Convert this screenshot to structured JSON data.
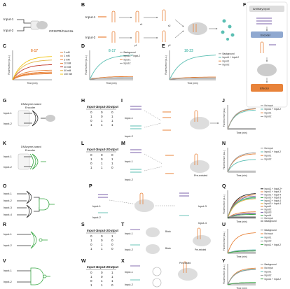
{
  "panels": {
    "A": {
      "letter": "A",
      "inputs": [
        "Input-1",
        "Input-2"
      ],
      "label": "CRISPR/Cas12a"
    },
    "B": {
      "letter": "B",
      "inputs": [
        "Input-1",
        "Input-2"
      ],
      "strands": [
        "s1",
        "p1",
        "s2",
        "p2"
      ]
    },
    "C": {
      "letter": "C",
      "title": "8-17",
      "legend": [
        "0 mM",
        "1 mM",
        "3 mM",
        "10 mM",
        "30 mM",
        "60 mM",
        "100 mM"
      ]
    },
    "D": {
      "letter": "D",
      "title": "8-17",
      "legend": [
        "Background",
        "Input-1 + Input-2",
        "Input-1",
        "Input-2"
      ]
    },
    "E": {
      "letter": "E",
      "title": "10-23",
      "legend": [
        "Background",
        "Input-1 + Input-2",
        "Input-1",
        "Input-2"
      ]
    },
    "F": {
      "letter": "F",
      "items": [
        "Arbitrary input",
        "Encoder",
        "Effector"
      ]
    },
    "G": {
      "letter": "G",
      "title": "DNAzyme-based\nEncoder",
      "inputs": [
        "Input-1",
        "Input-2"
      ]
    },
    "H": {
      "letter": "H"
    },
    "I": {
      "letter": "I",
      "inputs": [
        "Input-1",
        "Input-2"
      ]
    },
    "J": {
      "letter": "J",
      "legend": [
        "No input",
        "Input-1 + Input-2",
        "Input-1",
        "Input-2"
      ]
    },
    "K": {
      "letter": "K",
      "title": "DNAzyme-based\nEncoder",
      "inputs": [
        "Input-1",
        "Input-2"
      ]
    },
    "L": {
      "letter": "L"
    },
    "M": {
      "letter": "M",
      "inputs": [
        "Input-1",
        "Input-2"
      ],
      "label": "Pre-existed"
    },
    "N": {
      "letter": "N",
      "legend": [
        "No input",
        "Input-1 + Input-2",
        "Input-1",
        "Input-2"
      ]
    },
    "O": {
      "letter": "O",
      "inputs": [
        "Input-1",
        "Input-2",
        "Input-3",
        "Input-4"
      ]
    },
    "P": {
      "letter": "P",
      "inputs": [
        "Input-1",
        "Input-2",
        "Input-3",
        "Input-4"
      ]
    },
    "Q": {
      "letter": "Q",
      "legend": [
        "Input-1 + Input-2+",
        "Input-1 + Input-3",
        "Input-1 + Input-4",
        "Input-2 + Input-3",
        "Input-2 + Input-4",
        "Input-3 + Input-4",
        "Input-1",
        "Input-2",
        "Input-3",
        "Input-4",
        "No input",
        "Background"
      ]
    },
    "R": {
      "letter": "R",
      "inputs": [
        "Input-1",
        "Input-2"
      ]
    },
    "S": {
      "letter": "S"
    },
    "T": {
      "letter": "T",
      "inputs": [
        "Input-1",
        "Input-2"
      ],
      "labels": [
        "Block",
        "Block",
        "Pre-existed"
      ]
    },
    "U": {
      "letter": "U",
      "legend": [
        "Background",
        "No input",
        "Input-1",
        "Input-2",
        "Input-1 + Input-2"
      ]
    },
    "V": {
      "letter": "V",
      "inputs": [
        "Input-1",
        "Input-2"
      ]
    },
    "W": {
      "letter": "W"
    },
    "X": {
      "letter": "X",
      "inputs": [
        "Input-1",
        "Input-2"
      ],
      "label": "Pre-existed"
    },
    "Y": {
      "letter": "Y",
      "legend": [
        "Background",
        "No input",
        "Input-1",
        "Input-2",
        "Input-1 + Input-2"
      ]
    }
  },
  "truth_header": [
    "Input-1",
    "Input-2",
    "Output"
  ],
  "truth_tables": {
    "H": [
      [
        "0",
        "0",
        "0"
      ],
      [
        "1",
        "0",
        "1"
      ],
      [
        "0",
        "1",
        "1"
      ],
      [
        "1",
        "1",
        "1"
      ]
    ],
    "L": [
      [
        "0",
        "0",
        "0"
      ],
      [
        "1",
        "0",
        "1"
      ],
      [
        "0",
        "1",
        "1"
      ],
      [
        "1",
        "1",
        "0"
      ]
    ],
    "S": [
      [
        "0",
        "0",
        "1"
      ],
      [
        "1",
        "0",
        "0"
      ],
      [
        "0",
        "1",
        "0"
      ],
      [
        "1",
        "1",
        "0"
      ]
    ],
    "W": [
      [
        "0",
        "0",
        "1"
      ],
      [
        "1",
        "0",
        "1"
      ],
      [
        "0",
        "1",
        "1"
      ],
      [
        "1",
        "1",
        "0"
      ]
    ]
  },
  "axis": {
    "ylabel": "Fluorescence (a.u.)",
    "xlabel": "Time (min)"
  },
  "colors": {
    "orange": "#e8833a",
    "teal": "#5bbfb3",
    "green": "#39a845",
    "purple": "#7a5fa8",
    "gray": "#999999"
  }
}
